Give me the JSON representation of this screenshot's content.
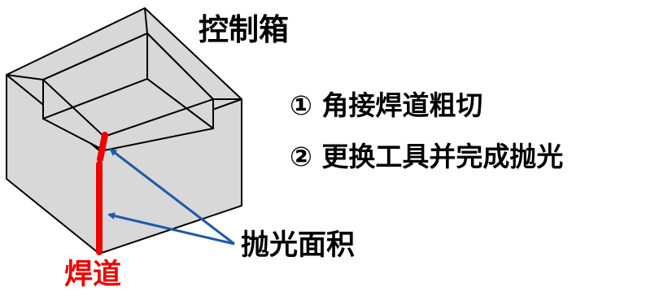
{
  "labels": {
    "box_title": "控制箱",
    "step_1": "① 角接焊道粗切",
    "step_2": "② 更换工具并完成抛光",
    "polish_area": "抛光面积",
    "weld": "焊道"
  },
  "colors": {
    "weld": "#ee0000",
    "arrow": "#1f5aa6",
    "box_fill": "#d8d8d8",
    "outline": "#000000"
  }
}
